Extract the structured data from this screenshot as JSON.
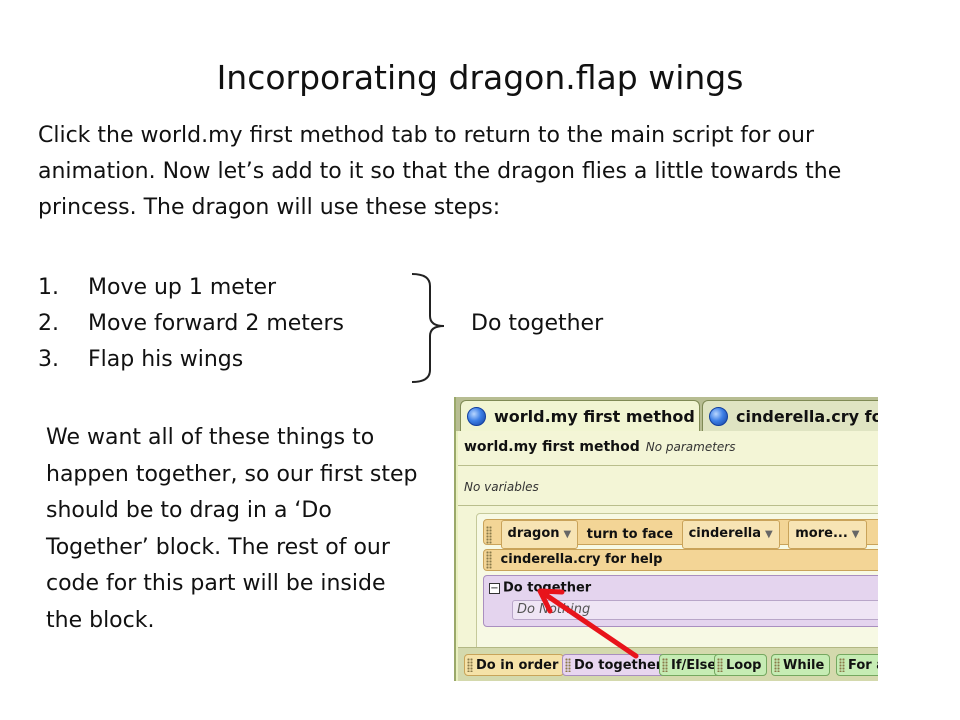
{
  "slide": {
    "title": "Incorporating dragon.flap wings",
    "intro": "Click the world.my first method tab to return to the main script for our animation. Now let’s add to it so that the dragon flies a little towards the princess. The dragon will use these steps:",
    "steps": [
      {
        "num": "1.",
        "text": "Move up 1 meter"
      },
      {
        "num": "2.",
        "text": "Move forward 2 meters"
      },
      {
        "num": "3.",
        "text": "Flap his wings"
      }
    ],
    "together_label": "Do together",
    "side_text": "We want all of these things to happen together, so our first step should be to drag in a ‘Do Together’ block. The rest of our code for this part will be inside the block."
  },
  "editor": {
    "tabs": [
      {
        "label": "world.my first method",
        "active": true
      },
      {
        "label": "cinderella.cry for",
        "active": false
      }
    ],
    "method_name": "world.my first method",
    "parameters": "No parameters",
    "variables": "No variables",
    "statements": {
      "turn": {
        "object": "dragon",
        "method": "turn to face",
        "target": "cinderella",
        "more": "more..."
      },
      "cry": "cinderella.cry for help",
      "do_together": "Do together",
      "do_nothing": "Do Nothing"
    },
    "controls": [
      "Do in order",
      "Do together",
      "If/Else",
      "Loop",
      "While",
      "For a"
    ]
  },
  "colors": {
    "pointer_arrow": "#e8141b",
    "method_ball": "#3d7fe6"
  }
}
